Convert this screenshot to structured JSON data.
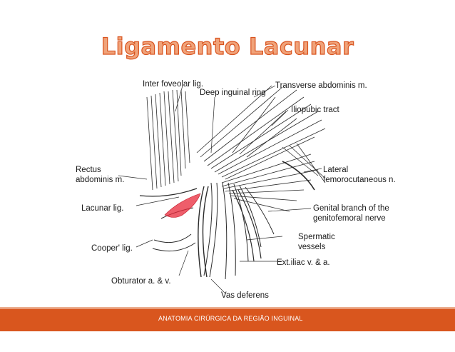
{
  "slide": {
    "title": "Ligamento Lacunar",
    "footer": "ANATOMIA CIRÚRGICA DA REGIÃO INGUINAL",
    "colors": {
      "title_fill": "#f0a37a",
      "title_stroke": "#d9531e",
      "footer_bar": "#d9561e",
      "highlight": "#e8283a"
    }
  },
  "diagram": {
    "labels": {
      "inter_foveolar": "Inter foveolar lig.",
      "deep_inguinal_ring": "Deep inguinal ring",
      "transverse_abdominis": "Transverse abdominis m.",
      "iliopubic_tract": "Iliopubic tract",
      "rectus_line1": "Rectus",
      "rectus_line2": "abdominis m.",
      "lateral_line1": "Lateral",
      "lateral_line2": "femorocutaneous n.",
      "lacunar": "Lacunar lig.",
      "genital_line1": "Genital branch of the",
      "genital_line2": "genitofemoral nerve",
      "coopers": "Cooper' lig.",
      "spermatic_line1": "Spermatic",
      "spermatic_line2": "vessels",
      "ext_iliac": "Ext.iliac v. & a.",
      "obturator": "Obturator a. & v.",
      "vas_deferens": "Vas deferens"
    }
  }
}
